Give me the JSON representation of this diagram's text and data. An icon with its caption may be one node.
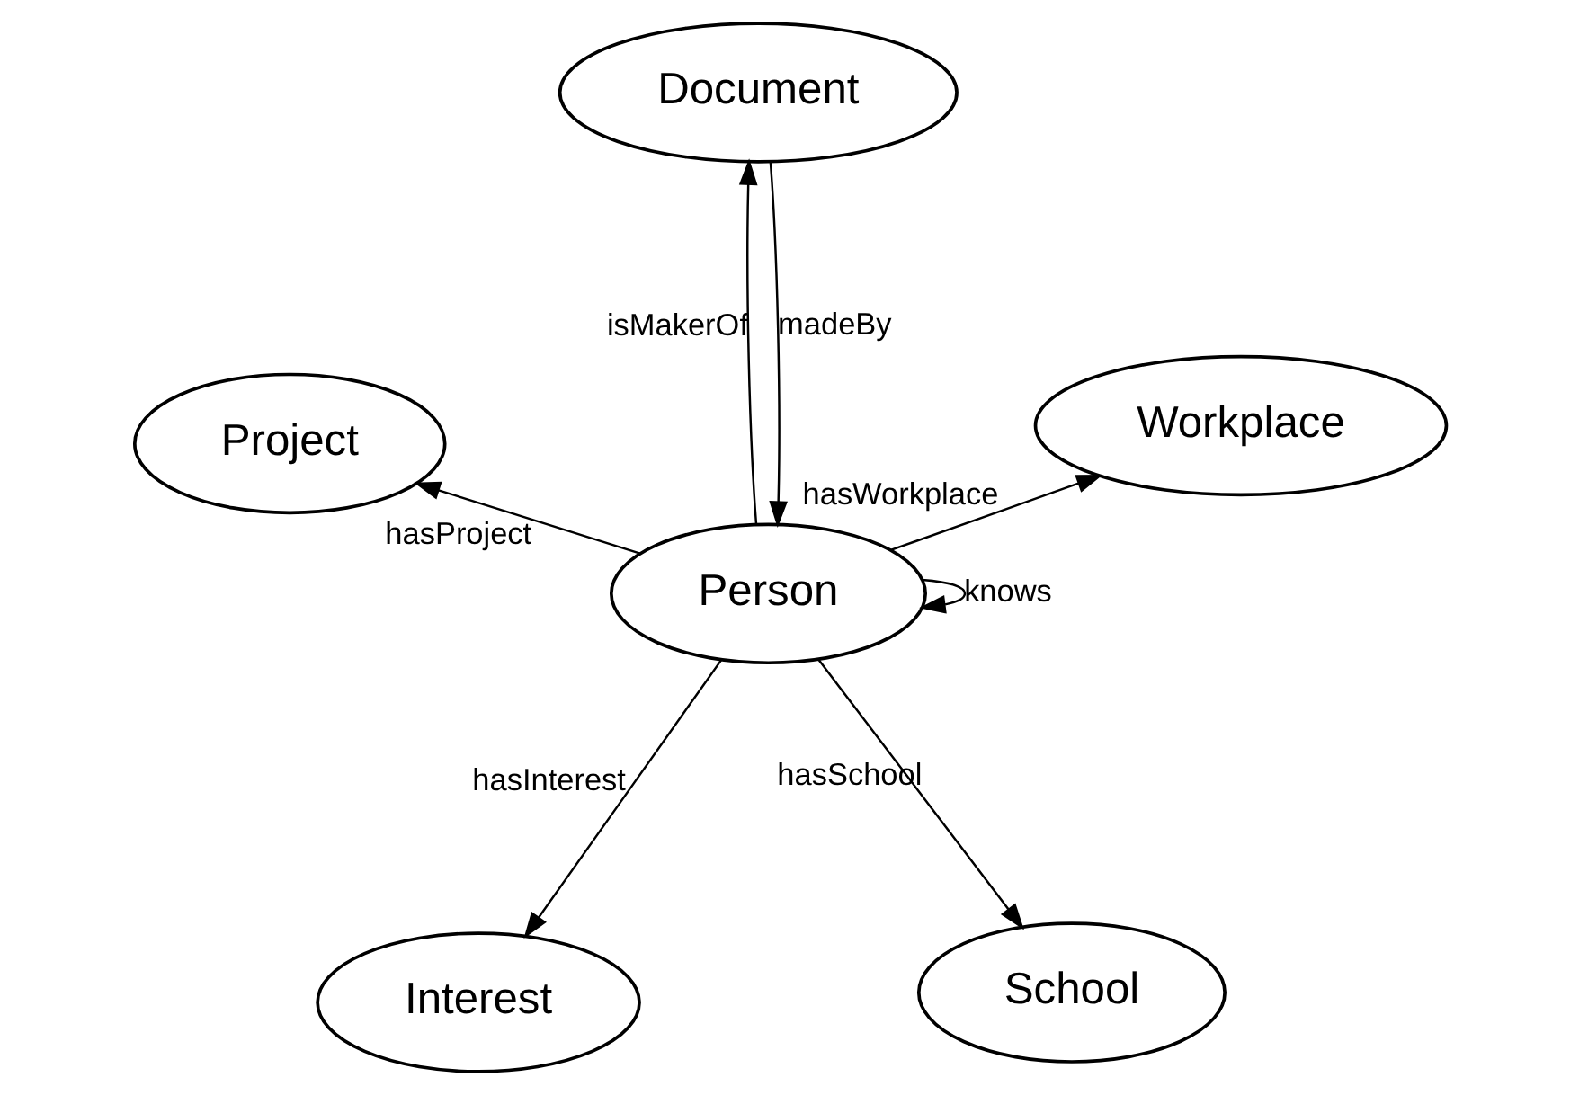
{
  "diagram": {
    "nodes": [
      {
        "text": [
          "Interest"
        ]
      },
      {
        "text": [
          "School"
        ]
      },
      {
        "text": [
          "Person"
        ]
      },
      {
        "text": [
          "Document"
        ]
      },
      {
        "text": [
          "Workplace"
        ]
      },
      {
        "text": [
          "Project"
        ]
      }
    ],
    "edges": [
      {
        "from": 2,
        "to": 1,
        "arrow": "to",
        "label": "hasSchool"
      },
      {
        "from": 2,
        "to": 0,
        "arrow": "to",
        "label": "hasInterest"
      },
      {
        "from": 2,
        "to": 2,
        "arrow": "to",
        "label": "knows"
      },
      {
        "from": 3,
        "to": 2,
        "arrow": "to",
        "label": "madeBy"
      },
      {
        "from": 2,
        "to": 4,
        "arrow": "to",
        "label": "hasWorkplace"
      },
      {
        "from": 2,
        "to": 3,
        "arrow": "to",
        "label": "isMakerOf"
      },
      {
        "from": 2,
        "to": 5,
        "arrow": "to",
        "label": "hasProject"
      }
    ]
  }
}
